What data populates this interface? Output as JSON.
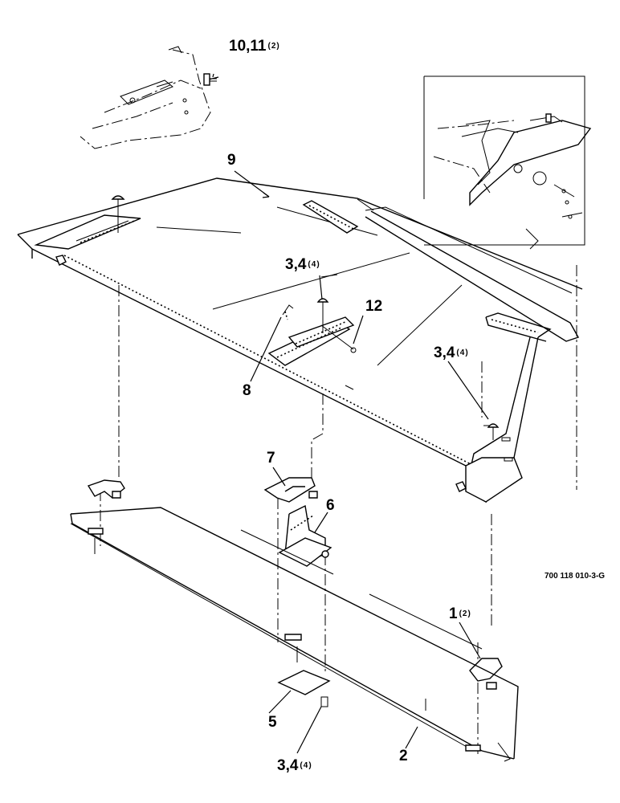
{
  "drawing_code": "700 118 010-3-G",
  "callouts": [
    {
      "id": "c10",
      "number": "10,11",
      "qty": "(2)"
    },
    {
      "id": "c9",
      "number": "9",
      "qty": ""
    },
    {
      "id": "c34a",
      "number": "3,4",
      "qty": "(4)"
    },
    {
      "id": "c12",
      "number": "12",
      "qty": ""
    },
    {
      "id": "c8",
      "number": "8",
      "qty": ""
    },
    {
      "id": "c34b",
      "number": "3,4",
      "qty": "(4)"
    },
    {
      "id": "c7",
      "number": "7",
      "qty": ""
    },
    {
      "id": "c6",
      "number": "6",
      "qty": ""
    },
    {
      "id": "c1",
      "number": "1",
      "qty": "(2)"
    },
    {
      "id": "c5",
      "number": "5",
      "qty": ""
    },
    {
      "id": "c34c",
      "number": "3,4",
      "qty": "(4)"
    },
    {
      "id": "c2",
      "number": "2",
      "qty": ""
    }
  ]
}
